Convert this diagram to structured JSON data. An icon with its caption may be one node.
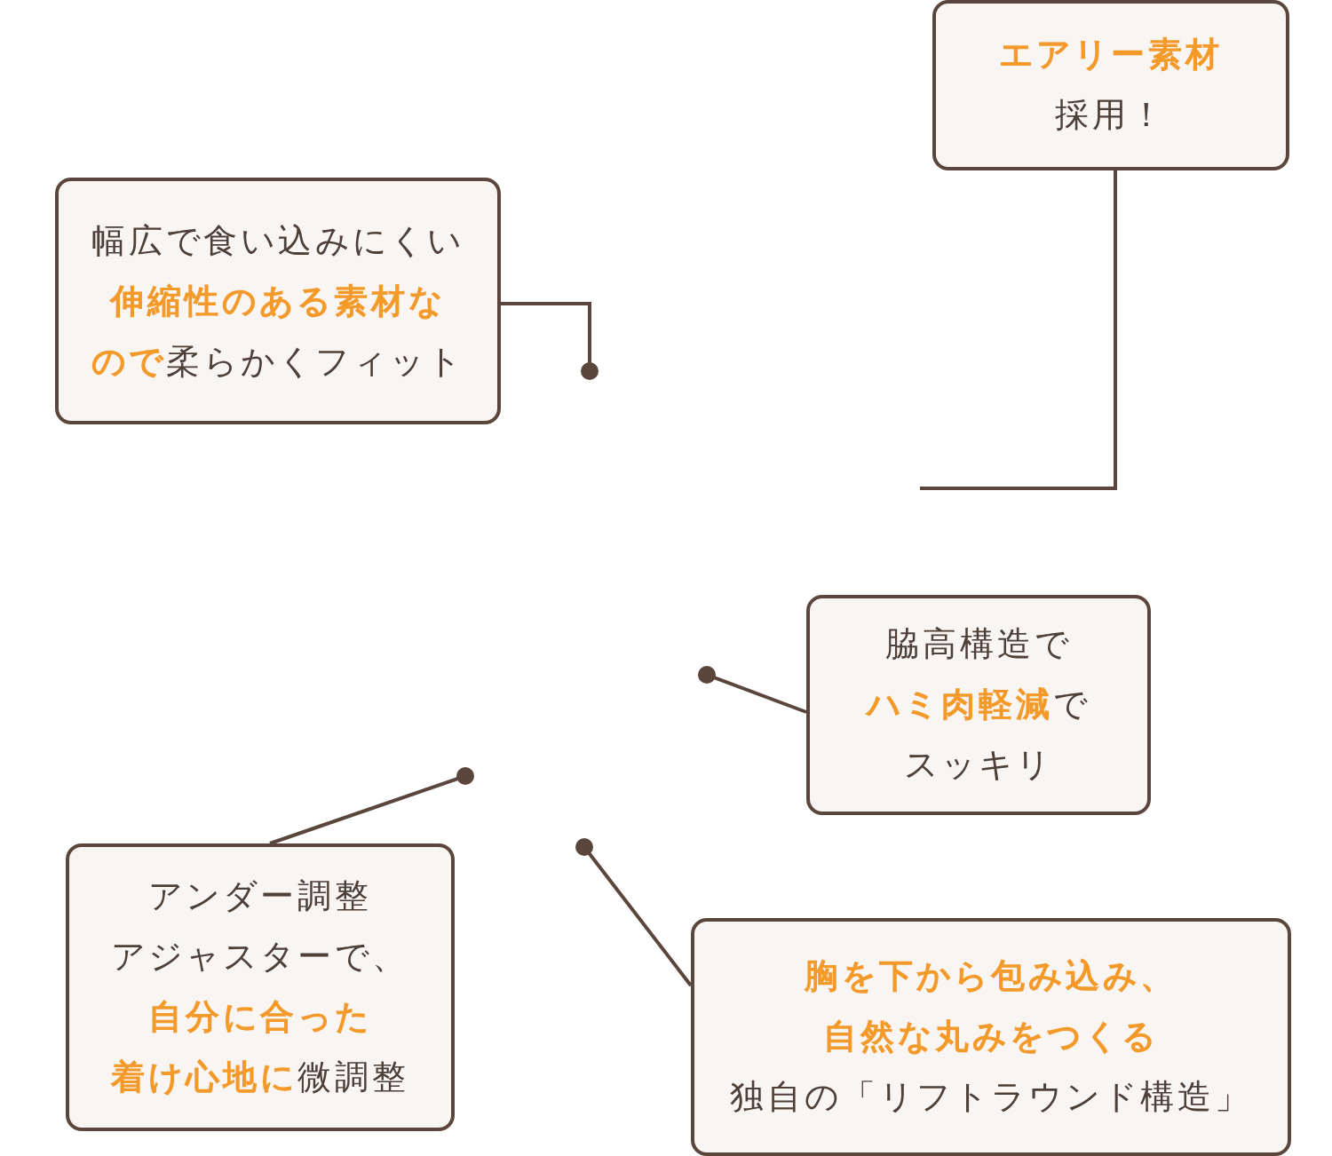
{
  "diagram": {
    "nodes": [
      {
        "text": [
          "**エアリー素材**採用！"
        ]
      },
      {
        "text": [
          "幅広で食い込みにくい**伸縮性のある素材なので**柔らかくフィット"
        ]
      },
      {
        "text": [
          "脇高構造で**ハミ肉軽減**でスッキリ"
        ]
      },
      {
        "text": [
          "アンダー調整アジャスターで、**自分に合った着け心地に**微調整"
        ]
      },
      {
        "text": [
          "**胸を下から包み込み、自然な丸みをつくる**独自の「リフトラウンド構造」"
        ]
      }
    ],
    "edges": [
      {
        "from": 0,
        "to": null,
        "arrow": "none"
      },
      {
        "from": 1,
        "to": null,
        "arrow": "other"
      },
      {
        "from": 2,
        "to": null,
        "arrow": "other"
      },
      {
        "from": 3,
        "to": null,
        "arrow": "other"
      },
      {
        "from": 4,
        "to": null,
        "arrow": "other"
      }
    ]
  }
}
